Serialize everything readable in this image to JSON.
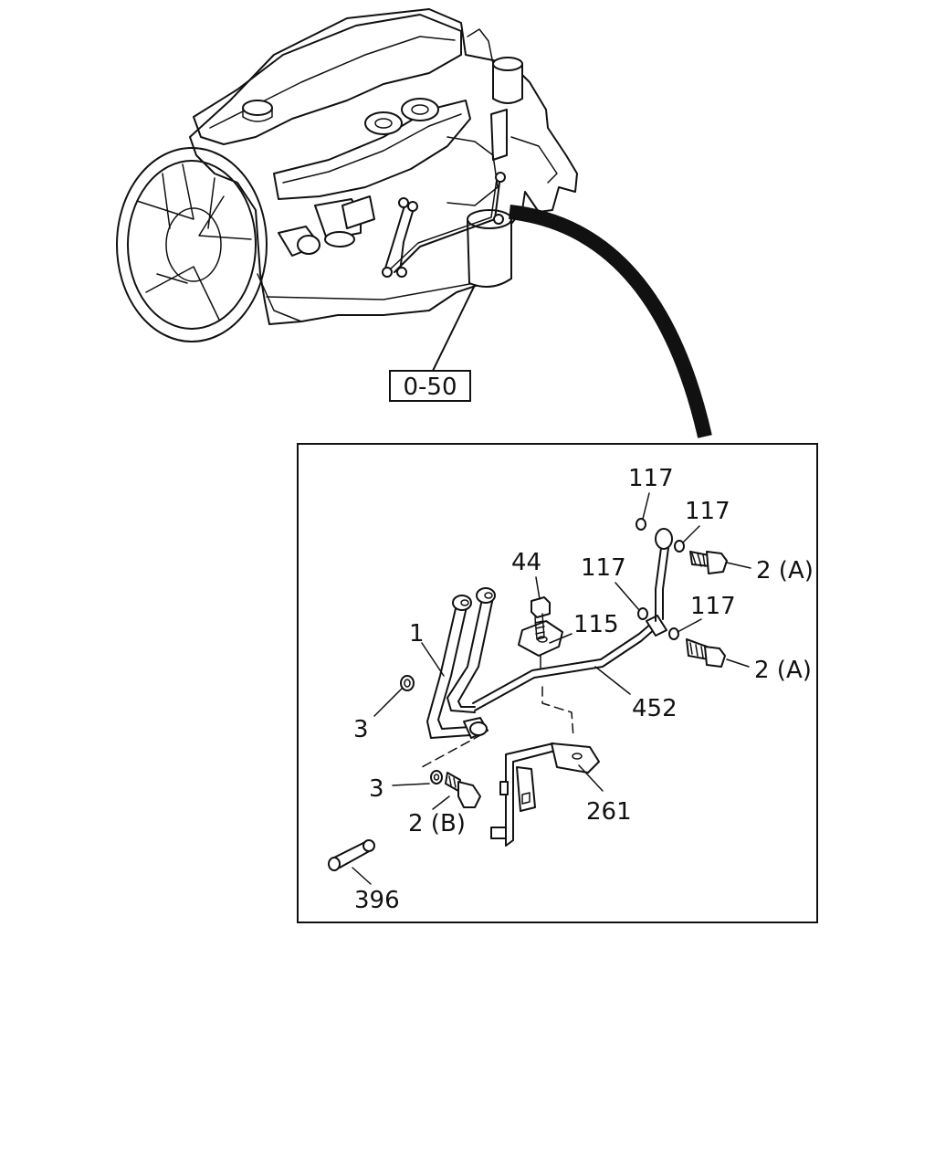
{
  "reference_box": "0-50",
  "labels": {
    "l1": "1",
    "l2a_top": "2 (A)",
    "l2a_bottom": "2 (A)",
    "l2b": "2 (B)",
    "l3_top": "3",
    "l3_bottom": "3",
    "l44": "44",
    "l115": "115",
    "l117_a": "117",
    "l117_b": "117",
    "l117_c": "117",
    "l117_d": "117",
    "l261": "261",
    "l396": "396",
    "l452": "452"
  }
}
